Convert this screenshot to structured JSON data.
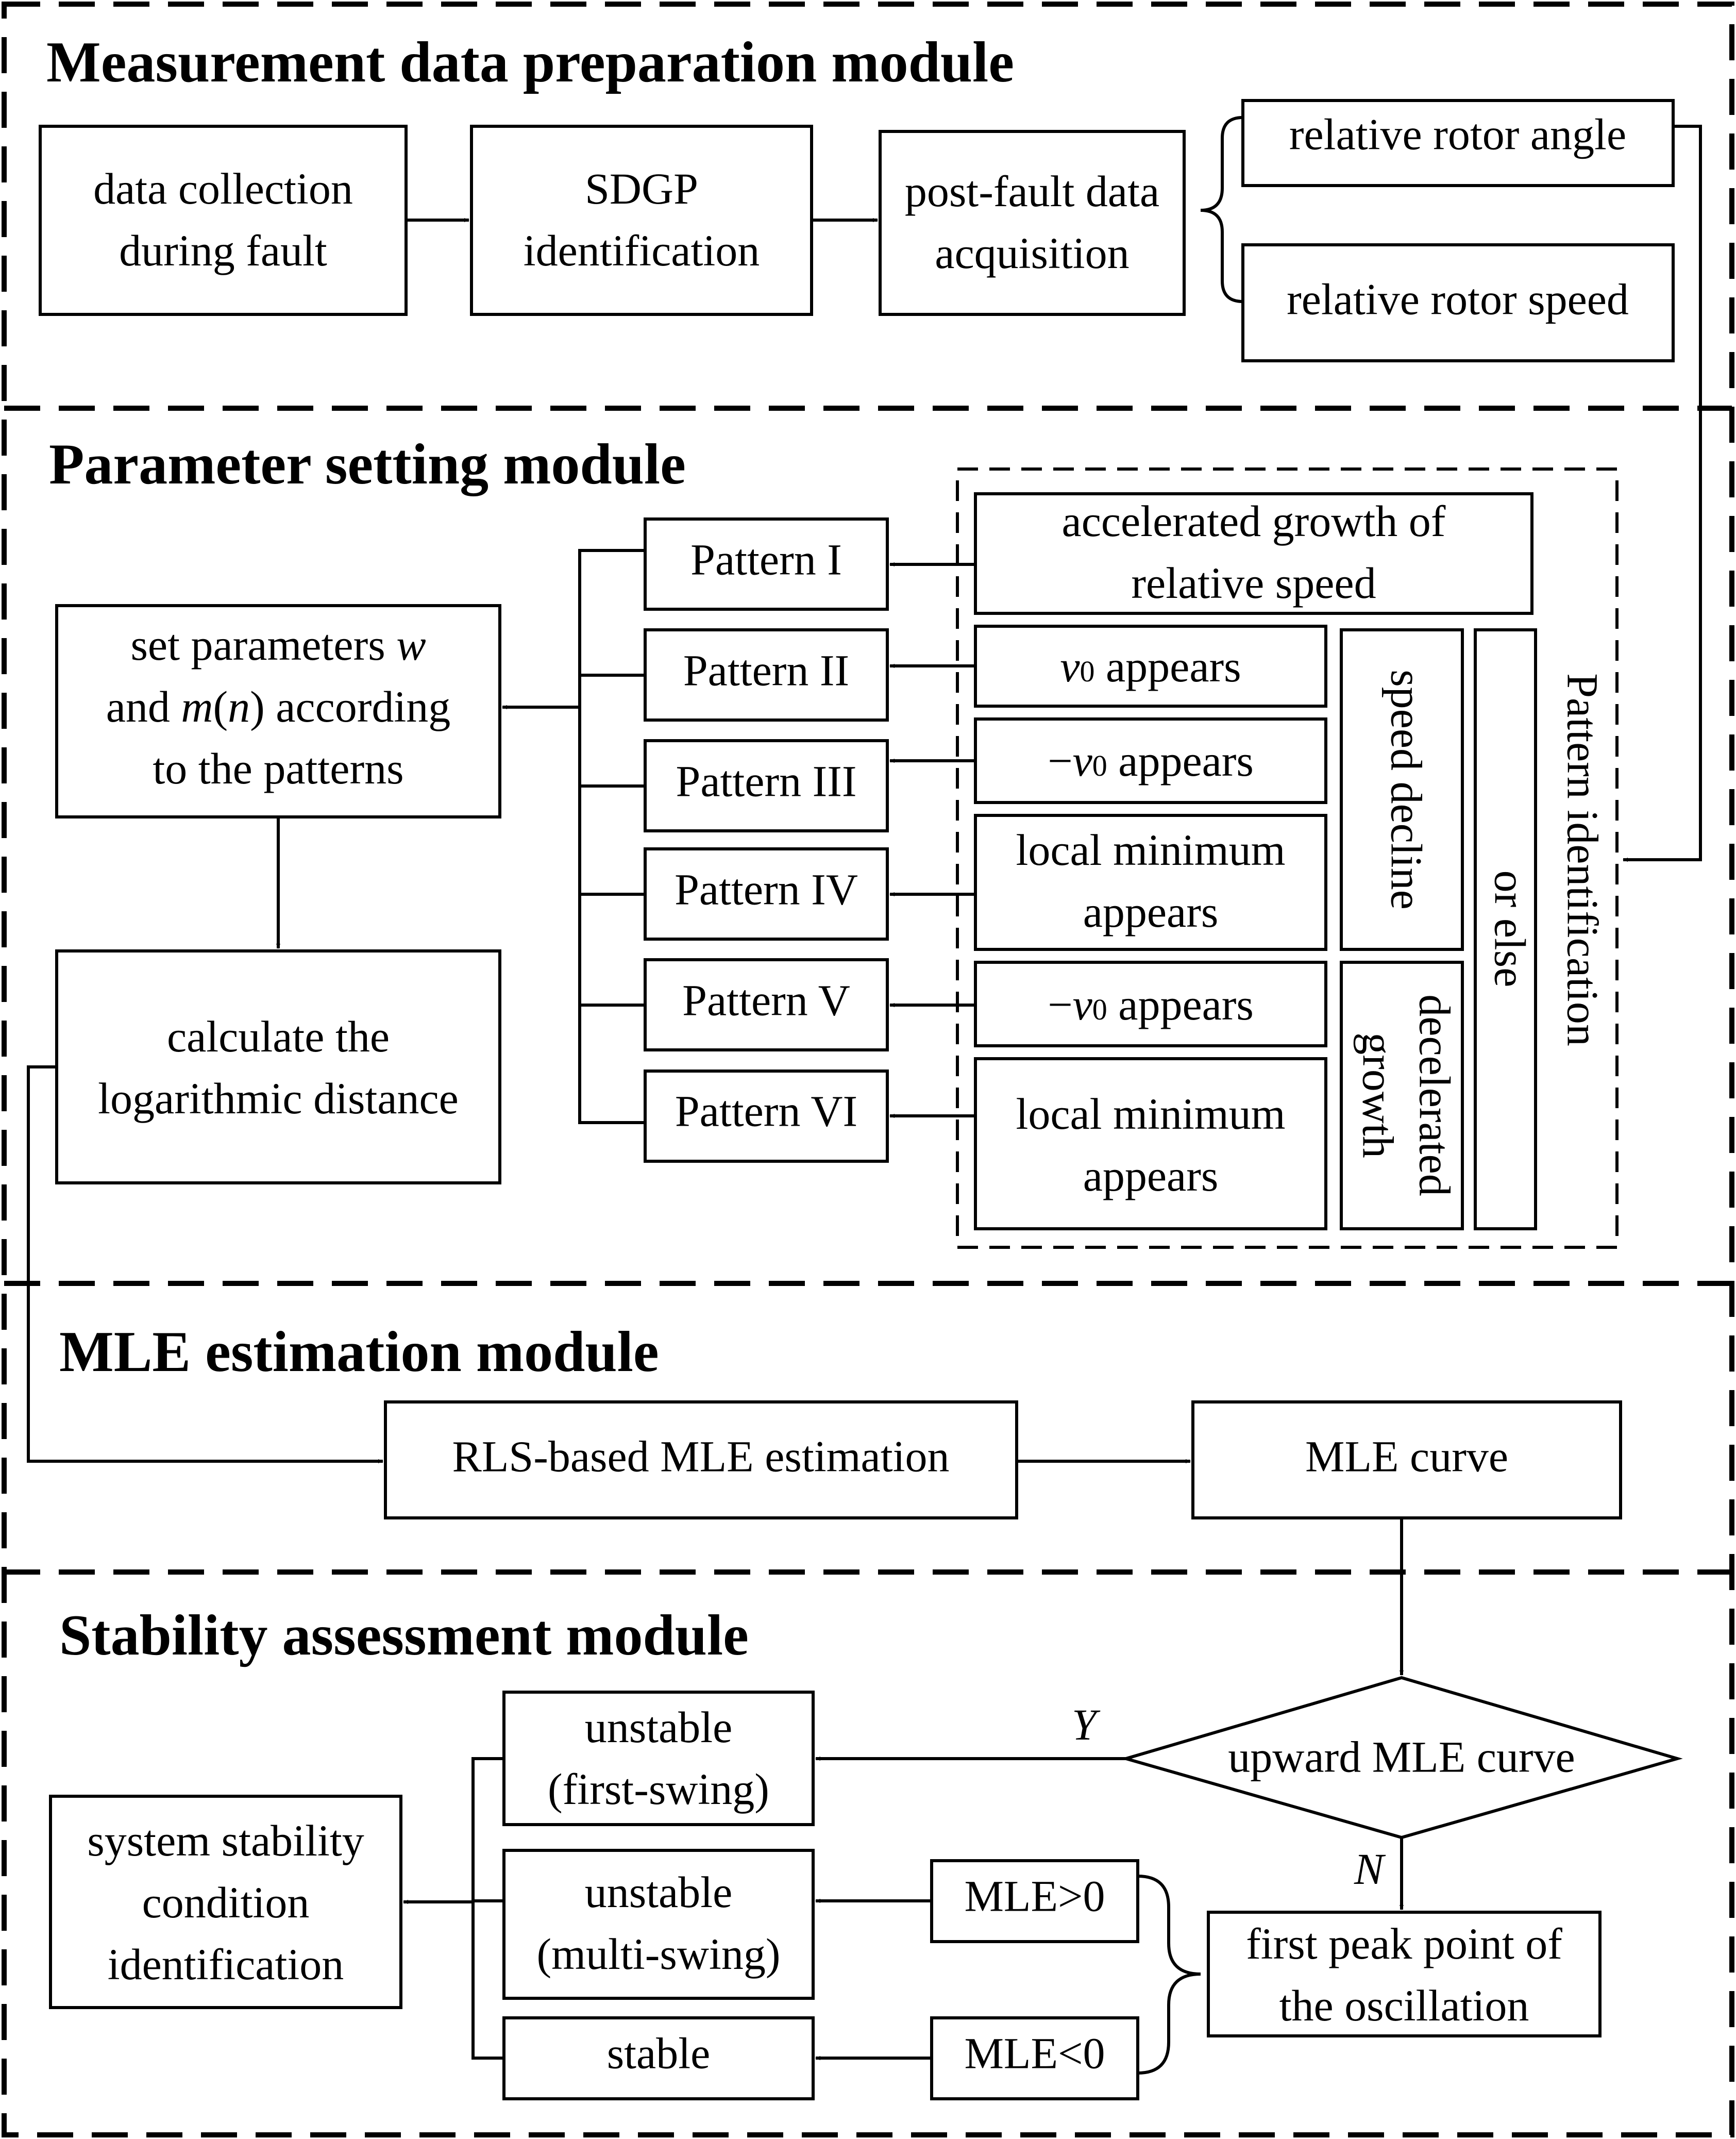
{
  "modules": {
    "measurement": {
      "title": "Measurement data preparation module",
      "data_collection": [
        "data collection",
        "during fault"
      ],
      "sdgp": [
        "SDGP",
        "identification"
      ],
      "post_fault": [
        "post-fault data",
        "acquisition"
      ],
      "rotor_angle": "relative rotor angle",
      "rotor_speed": "relative rotor speed"
    },
    "parameter": {
      "title": "Parameter setting module",
      "set_params": {
        "line1_text": "set parameters ",
        "line1_var": "w",
        "line2_pre": "and ",
        "line2_var": "m",
        "line2_paren_open": "(",
        "line2_var2": "n",
        "line2_post": ") according",
        "line3": "to the patterns"
      },
      "calc_log": [
        "calculate the",
        "logarithmic distance"
      ],
      "patterns": [
        "Pattern I",
        "Pattern II",
        "Pattern III",
        "Pattern IV",
        "Pattern V",
        "Pattern VI"
      ],
      "conditions": {
        "accel": [
          "accelerated growth of",
          "relative speed"
        ],
        "v0_var": "v",
        "v0_sub": "0",
        "appears": " appears",
        "minus": "−",
        "local_min": [
          "local minimum",
          "appears"
        ]
      },
      "speed_decline": "speed decline",
      "decelerated": [
        "decelerated",
        "growth"
      ],
      "or_else": "or else",
      "pattern_identification": "Pattern identification"
    },
    "mle": {
      "title": "MLE estimation module",
      "rls": "RLS-based MLE estimation",
      "curve": "MLE curve"
    },
    "stability": {
      "title": "Stability assessment module",
      "upward": "upward MLE curve",
      "yes": "Y",
      "no": "N",
      "unstable_first": [
        "unstable",
        "(first-swing)"
      ],
      "unstable_multi": [
        "unstable",
        "(multi-swing)"
      ],
      "stable": "stable",
      "mle_pos": "MLE>0",
      "mle_neg": "MLE<0",
      "first_peak": [
        "first peak point of",
        "the oscillation"
      ],
      "system": [
        "system stability",
        "condition",
        "identification"
      ]
    }
  }
}
